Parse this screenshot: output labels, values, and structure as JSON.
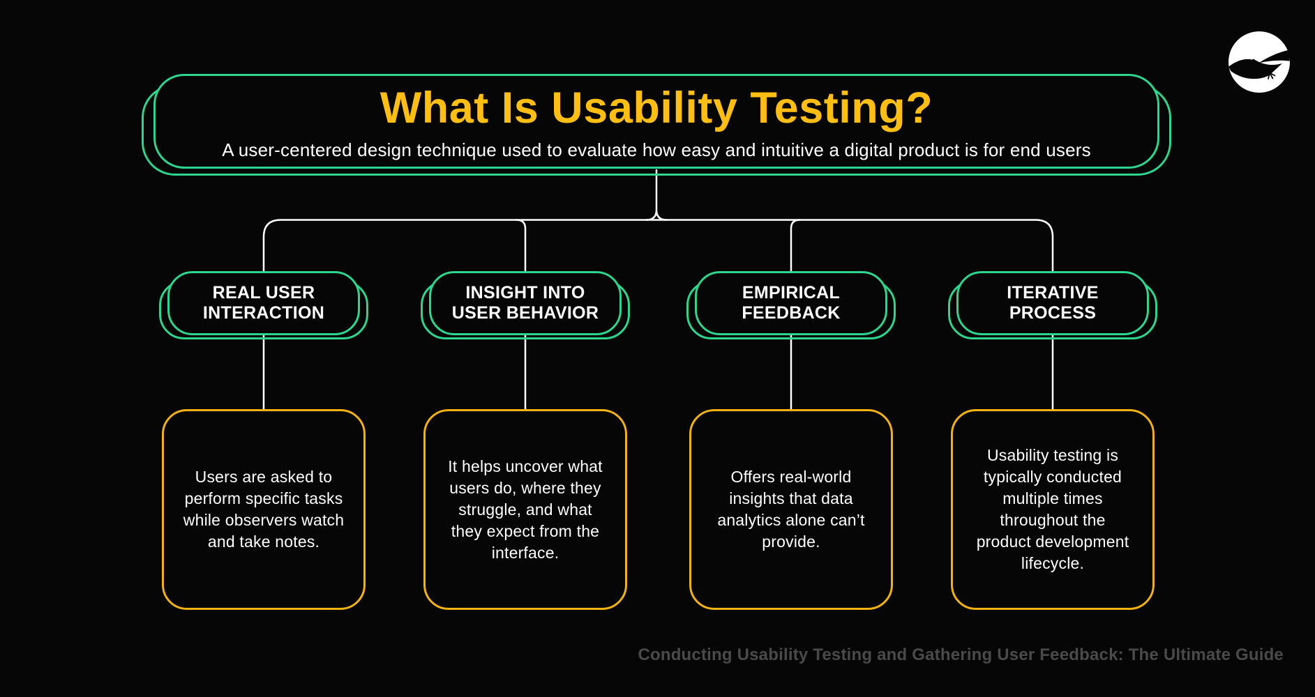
{
  "theme": {
    "bg": "#060606",
    "green": "#2ED58F",
    "title_yellow": "#FFBE14",
    "card_yellow": "#F2B212",
    "line": "#FFFFFF",
    "text": "#FFFFFF",
    "footer_text": "#4A4A4A"
  },
  "header": {
    "title": "What Is Usability Testing?",
    "subtitle": "A user-centered design technique used to evaluate how easy and intuitive a digital product is for end users"
  },
  "branches": [
    {
      "label": "REAL USER INTERACTION",
      "description": "Users are asked to perform specific tasks while observers watch and take notes."
    },
    {
      "label": "INSIGHT INTO USER BEHAVIOR",
      "description": "It helps uncover what users do, where they struggle, and what they expect from the interface."
    },
    {
      "label": "EMPIRICAL FEEDBACK",
      "description": "Offers real-world insights that data analytics alone can’t provide."
    },
    {
      "label": "ITERATIVE PROCESS",
      "description": "Usability testing is typically conducted multiple times throughout the product development lifecycle."
    }
  ],
  "footer": {
    "caption": "Conducting Usability Testing and Gathering User Feedback: The Ultimate Guide"
  },
  "logo": {
    "icon": "leaping-lizard-brand-mark"
  }
}
